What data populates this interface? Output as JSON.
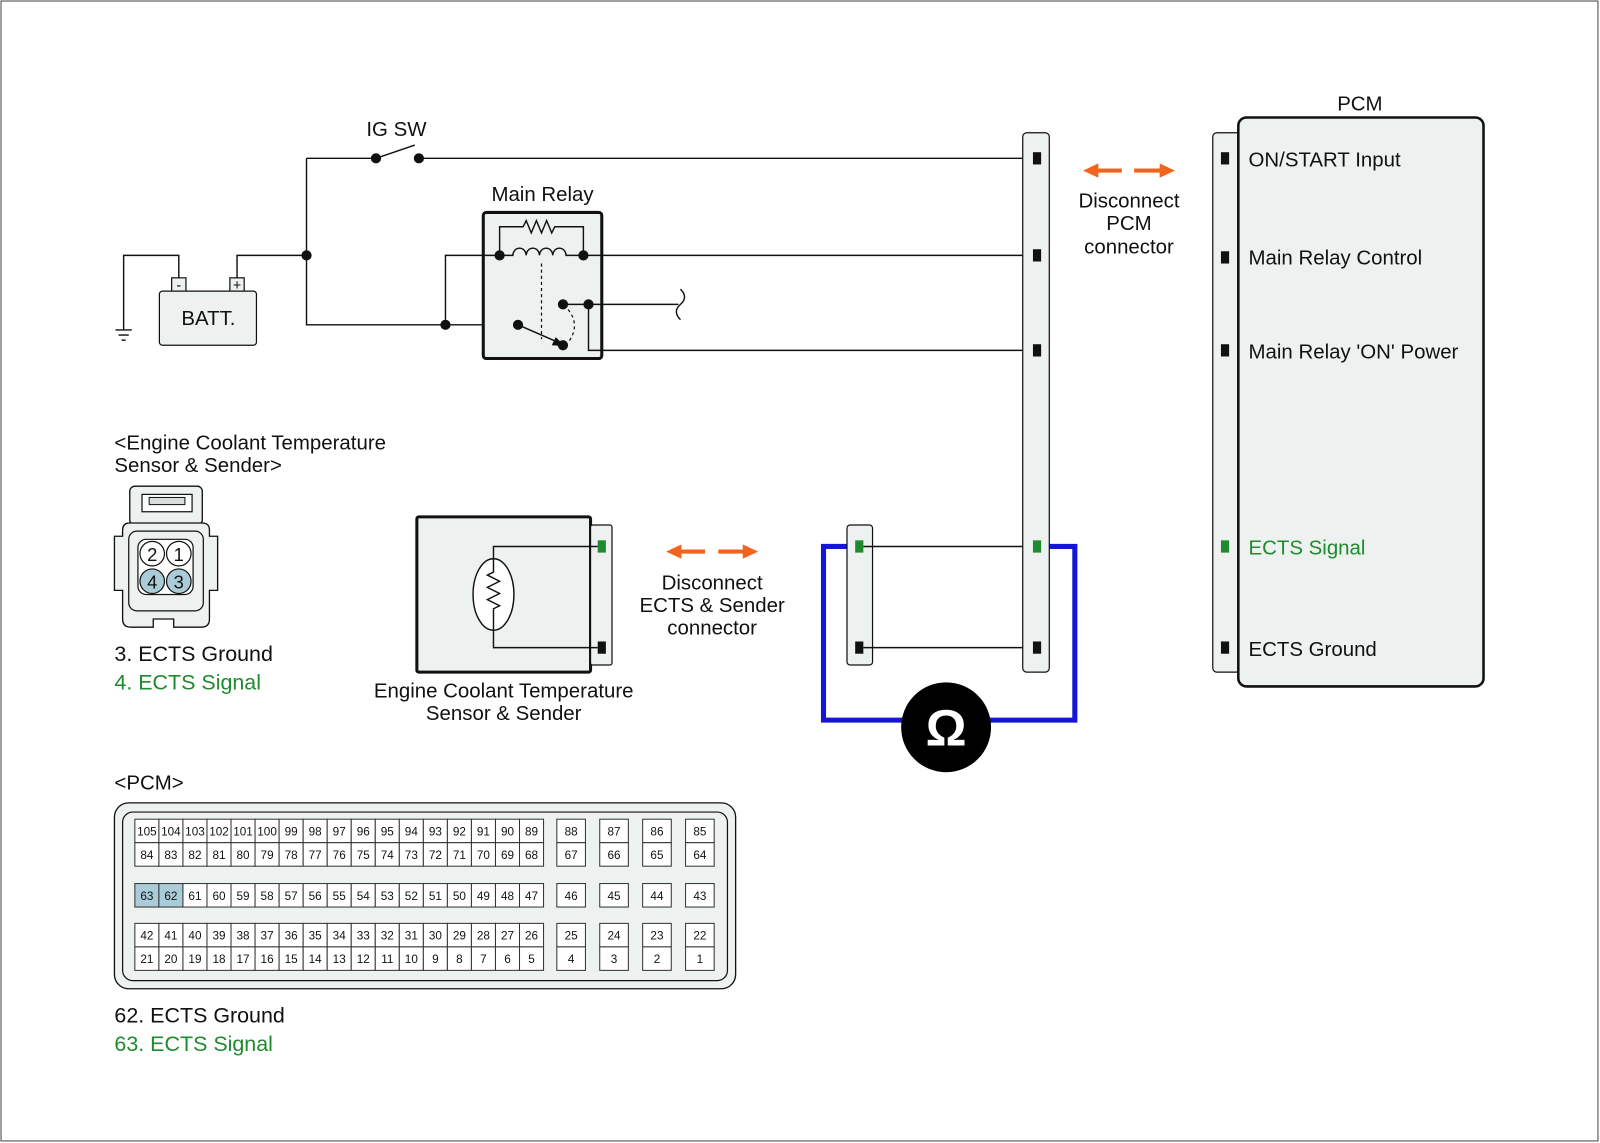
{
  "colors": {
    "signal_green": "#1f8a2e",
    "arrow_orange": "#f0641e",
    "meter_lead_blue": "#1515d6",
    "pin_highlight": "#a9ccd8",
    "component_fill": "#edf1f0"
  },
  "ig_switch": {
    "label": "IG SW"
  },
  "battery": {
    "label": "BATT.",
    "negative": "-",
    "positive": "+"
  },
  "main_relay": {
    "label": "Main Relay"
  },
  "pcm_module": {
    "title": "PCM",
    "terminals": [
      "ON/START Input",
      "Main Relay Control",
      "Main Relay 'ON' Power",
      "ECTS Signal",
      "ECTS Ground"
    ]
  },
  "pcm_disconnect_note": [
    "Disconnect",
    "PCM",
    "connector"
  ],
  "ects_disconnect_note": [
    "Disconnect",
    "ECTS & Sender",
    "connector"
  ],
  "ects_sensor": {
    "caption": [
      "Engine Coolant Temperature",
      "Sensor & Sender"
    ]
  },
  "ohmmeter": {
    "symbol": "Ω"
  },
  "ects_connector_view": {
    "title": [
      "<Engine Coolant Temperature",
      "Sensor & Sender>"
    ],
    "pins": [
      "2",
      "1",
      "4",
      "3"
    ],
    "highlighted_pins": [
      "4",
      "3"
    ],
    "legend": [
      "3. ECTS Ground",
      "4. ECTS Signal"
    ]
  },
  "pcm_connector_view": {
    "title": "<PCM>",
    "rows": [
      [
        "105",
        "104",
        "103",
        "102",
        "101",
        "100",
        "99",
        "98",
        "97",
        "96",
        "95",
        "94",
        "93",
        "92",
        "91",
        "90",
        "89",
        "88",
        "87",
        "86",
        "85"
      ],
      [
        "84",
        "83",
        "82",
        "81",
        "80",
        "79",
        "78",
        "77",
        "76",
        "75",
        "74",
        "73",
        "72",
        "71",
        "70",
        "69",
        "68",
        "67",
        "66",
        "65",
        "64"
      ],
      [
        "63",
        "62",
        "61",
        "60",
        "59",
        "58",
        "57",
        "56",
        "55",
        "54",
        "53",
        "52",
        "51",
        "50",
        "49",
        "48",
        "47",
        "46",
        "45",
        "44",
        "43"
      ],
      [
        "42",
        "41",
        "40",
        "39",
        "38",
        "37",
        "36",
        "35",
        "34",
        "33",
        "32",
        "31",
        "30",
        "29",
        "28",
        "27",
        "26",
        "25",
        "24",
        "23",
        "22"
      ],
      [
        "21",
        "20",
        "19",
        "18",
        "17",
        "16",
        "15",
        "14",
        "13",
        "12",
        "11",
        "10",
        "9",
        "8",
        "7",
        "6",
        "5",
        "4",
        "3",
        "2",
        "1"
      ]
    ],
    "highlighted_pins": [
      "63",
      "62"
    ],
    "legend": [
      "62. ECTS Ground",
      "63. ECTS Signal"
    ]
  }
}
